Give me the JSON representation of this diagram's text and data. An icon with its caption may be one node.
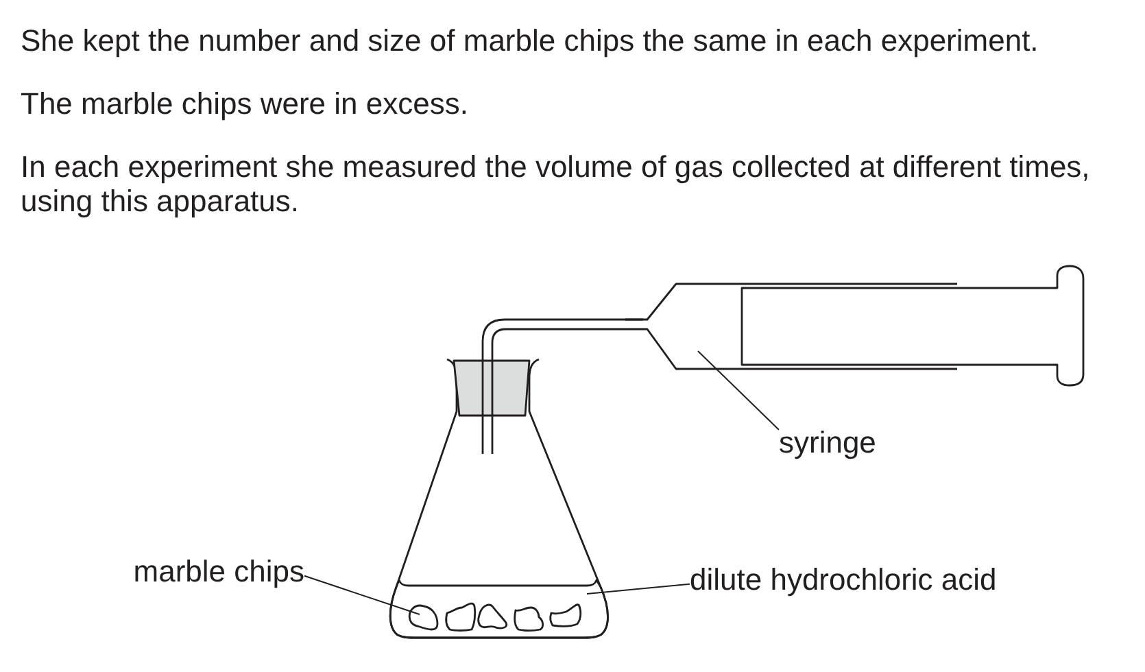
{
  "diagram": {
    "nodes": [
      {
        "text": [],
        "shape": "picture"
      },
      {
        "text": [
          "syringe"
        ]
      },
      {
        "text": [
          "marble chips"
        ]
      },
      {
        "text": [],
        "shape": "picture"
      },
      {
        "text": [],
        "shape": "picture",
        "in": 3
      },
      {
        "text": [
          "dilute hydrochloric acid"
        ]
      }
    ],
    "edges": [
      {
        "from": 1,
        "to": 0,
        "arrow": "none"
      },
      {
        "from": 2,
        "to": 4,
        "arrow": "none"
      },
      {
        "from": 5,
        "to": 3,
        "arrow": "none"
      }
    ],
    "labels": [
      "She kept the number and size of marble chips the same in each experiment.",
      "The marble chips were in excess.",
      "In each experiment she measured the volume of gas collected at different times, using this apparatus."
    ]
  }
}
